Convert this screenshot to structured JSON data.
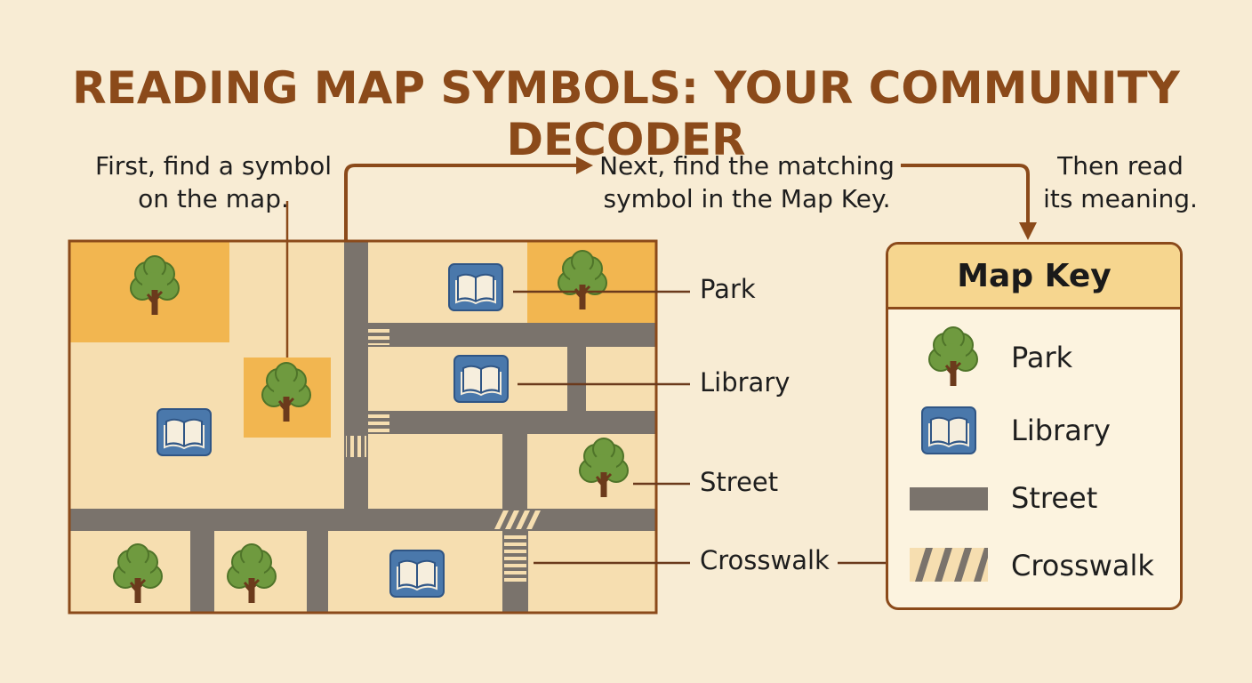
{
  "title": "READING MAP SYMBOLS: YOUR COMMUNITY DECODER",
  "steps": [
    {
      "line1": "First, find a symbol",
      "line2": "on the map."
    },
    {
      "line1": "Next, find the matching",
      "line2": "symbol in the Map Key."
    },
    {
      "line1": "Then read",
      "line2": "its meaning."
    }
  ],
  "callouts": {
    "park": "Park",
    "library": "Library",
    "street": "Street",
    "crosswalk": "Crosswalk"
  },
  "map_key": {
    "title": "Map Key",
    "items": [
      {
        "icon": "tree-icon",
        "label": "Park"
      },
      {
        "icon": "book-icon",
        "label": "Library"
      },
      {
        "icon": "street-swatch",
        "label": "Street"
      },
      {
        "icon": "crosswalk-swatch",
        "label": "Crosswalk"
      }
    ]
  },
  "colors": {
    "background": "#f8ecd4",
    "title": "#8b4a1a",
    "arrow": "#8b4a1a",
    "map_land": "#f6deb0",
    "park_fill": "#f2b650",
    "street": "#7a736c",
    "library_blue": "#4a78ab",
    "tree_green": "#6f9a3f",
    "trunk": "#6b3a1c",
    "key_header": "#f6d68f"
  }
}
